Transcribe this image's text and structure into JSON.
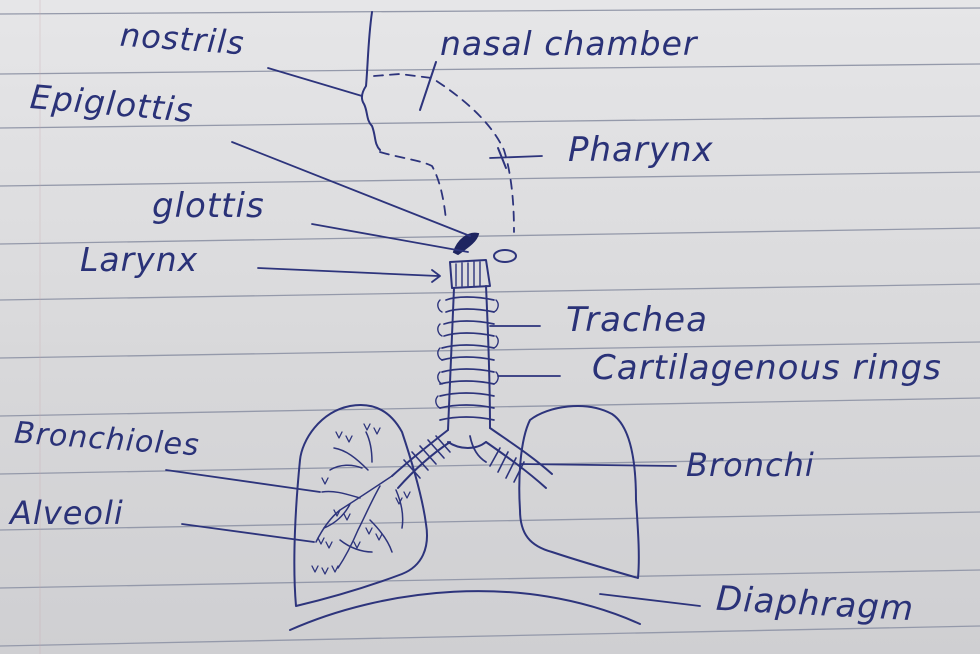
{
  "labels": {
    "nostrils": "nostrils",
    "nasal_chamber": "nasal chamber",
    "epiglottis": "Epiglottis",
    "pharynx": "Pharynx",
    "glottis": "glottis",
    "larynx": "Larynx",
    "trachea": "Trachea",
    "cartilagenous_rings": "Cartilagenous rings",
    "bronchioles": "Bronchioles",
    "bronchi": "Bronchi",
    "alveoli": "Alveoli",
    "diaphragm": "Diaphragm"
  },
  "colors": {
    "ink": "#2d347c",
    "paper": "#dcdcde",
    "rule_line": "#8e95a6"
  }
}
